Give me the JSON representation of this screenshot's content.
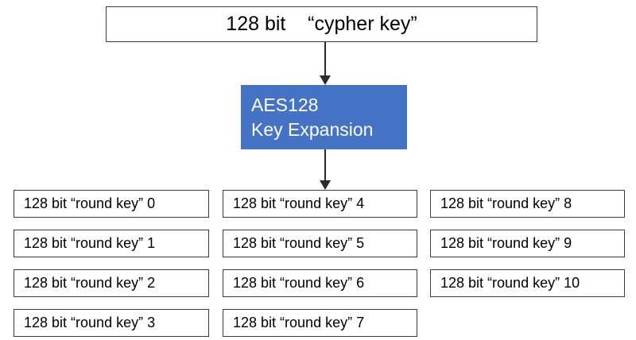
{
  "diagram": {
    "title_box": {
      "bits": "128 bit",
      "label": "“cypher key”",
      "gap": "    "
    },
    "process_box": {
      "line1": "AES128",
      "line2": "Key Expansion",
      "fill_color": "#4472C4",
      "text_color": "#FFFFFF"
    },
    "arrows": [
      {
        "name": "arrow-cypher-to-expansion",
        "direction": "down"
      },
      {
        "name": "arrow-expansion-to-round-keys",
        "direction": "down"
      }
    ],
    "round_key_columns": [
      {
        "column": 1,
        "boxes": [
          "128 bit “round key” 0",
          "128 bit “round key” 1",
          "128 bit “round key” 2",
          "128 bit “round key” 3"
        ]
      },
      {
        "column": 2,
        "boxes": [
          "128 bit “round key” 4",
          "128 bit “round key” 5",
          "128 bit “round key” 6",
          "128 bit “round key” 7"
        ]
      },
      {
        "column": 3,
        "boxes": [
          "128 bit “round key” 8",
          "128 bit “round key” 9",
          "128 bit “round key” 10"
        ]
      }
    ],
    "colors": {
      "box_border": "#3C3C3C",
      "box_fill": "#FFFFFF",
      "accent_blue": "#4472C4",
      "arrow": "#2B2B2B",
      "text": "#000000"
    }
  }
}
